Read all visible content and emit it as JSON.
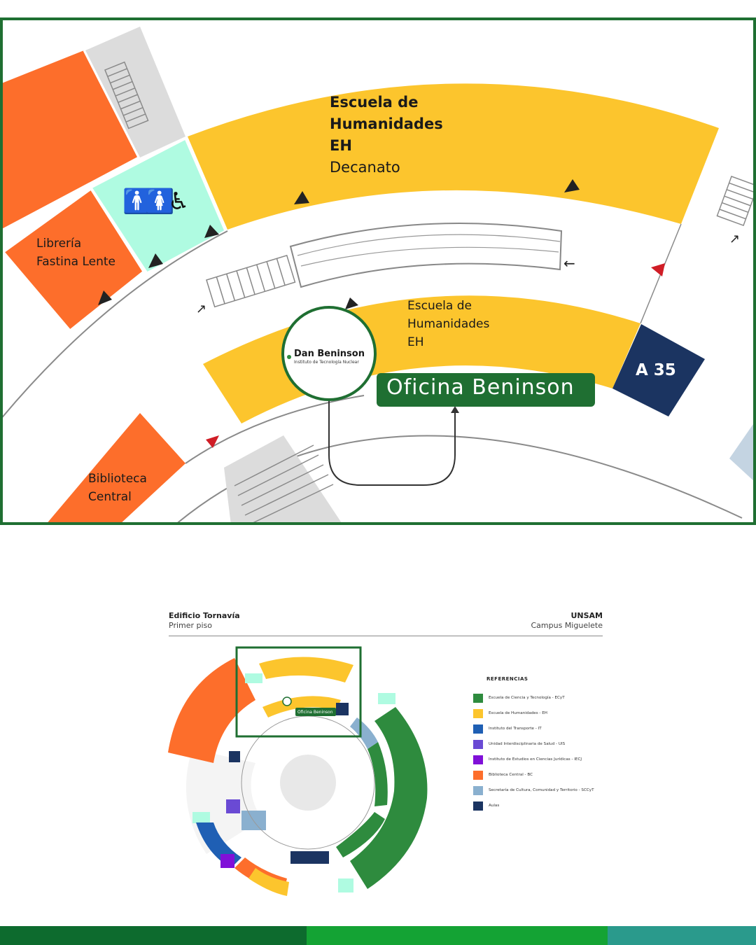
{
  "zoom": {
    "escuela_hum_top": {
      "line1": "Escuela de",
      "line2": "Humanidades",
      "line3": "EH",
      "line4": "Decanato"
    },
    "escuela_hum_bottom": {
      "line1": "Escuela de",
      "line2": "Humanidades",
      "line3": "EH"
    },
    "libreria": {
      "line1": "Librería",
      "line2": "Fastina Lente"
    },
    "biblioteca": {
      "line1": "Biblioteca",
      "line2": "Central"
    },
    "aula_label": "A 35",
    "logo": {
      "name": "Dan Beninson",
      "subtitle": "Instituto de Tecnología Nuclear"
    },
    "callout": "Oficina Beninson",
    "icons": [
      "man-icon",
      "woman-icon",
      "wheelchair-icon",
      "stairs-icon",
      "arrow-icon"
    ]
  },
  "header": {
    "building": "Edificio Tornavía",
    "floor": "Primer piso",
    "org": "UNSAM",
    "campus": "Campus Miguelete"
  },
  "minimap": {
    "callout": "Oficina Beninson"
  },
  "legend": {
    "title": "REFERENCIAS",
    "items": [
      {
        "label": "Escuela de Ciencia y Tecnología - ECyT",
        "color": "#2e8b3e"
      },
      {
        "label": "Escuela de Humanidades - EH",
        "color": "#fcc52d"
      },
      {
        "label": "Instituto del Transporte - IT",
        "color": "#1f5fb4"
      },
      {
        "label": "Unidad Interdisciplinaria de Salud - UIS",
        "color": "#6a4ad4"
      },
      {
        "label": "Instituto de Estudios en Ciencias Jurídicas - IECJ",
        "color": "#8010d8"
      },
      {
        "label": "Biblioteca Central - BC",
        "color": "#fd6e2b"
      },
      {
        "label": "Secretaría de Cultura, Comunidad y Territorio - SCCyT",
        "color": "#8ab0cf"
      },
      {
        "label": "Aulas",
        "color": "#1b3461"
      }
    ]
  },
  "colors": {
    "green_frame": "#1f6f32",
    "orange": "#fd6e2b",
    "yellow": "#fcc52d",
    "mint": "#affbe1",
    "navy": "#1b3461",
    "gray": "#dcdcdc",
    "footer": [
      "#0d6b2e",
      "#14a334",
      "#2a9a8c"
    ]
  }
}
